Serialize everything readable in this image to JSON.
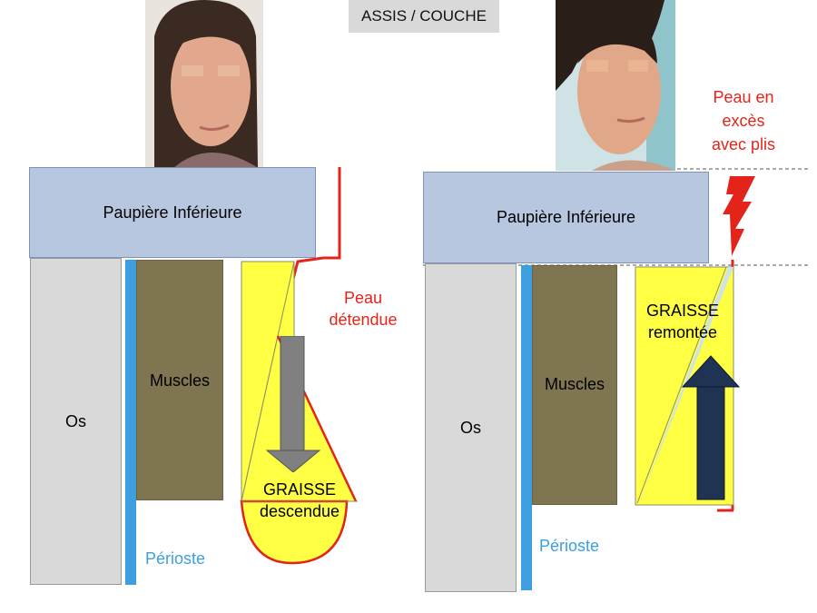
{
  "title": "ASSIS / COUCHE",
  "left": {
    "paupiere": "Paupière Inférieure",
    "os": "Os",
    "muscles": "Muscles",
    "perioste": "Périoste",
    "graisse_line1": "GRAISSE",
    "graisse_line2": "descendue",
    "peau_line1": "Peau",
    "peau_line2": "détendue"
  },
  "right": {
    "paupiere": "Paupière Inférieure",
    "os": "Os",
    "muscles": "Muscles",
    "perioste": "Périoste",
    "graisse_line1": "GRAISSE",
    "graisse_line2": "remontée",
    "peau_line1": "Peau en",
    "peau_line2": "excès",
    "peau_line3": "avec plis"
  },
  "colors": {
    "paupiere": "#b8c7e0",
    "os": "#d9d9d9",
    "muscles": "#7f7651",
    "perioste": "#3d9ee0",
    "graisse": "#ffff44",
    "peau": "#e4241b",
    "arrow_down": "#808080",
    "arrow_up": "#1f3354"
  },
  "icons": [
    "face-photo-sitting",
    "face-photo-lying",
    "arrow-down-icon",
    "arrow-up-icon",
    "skin-folds-icon"
  ]
}
